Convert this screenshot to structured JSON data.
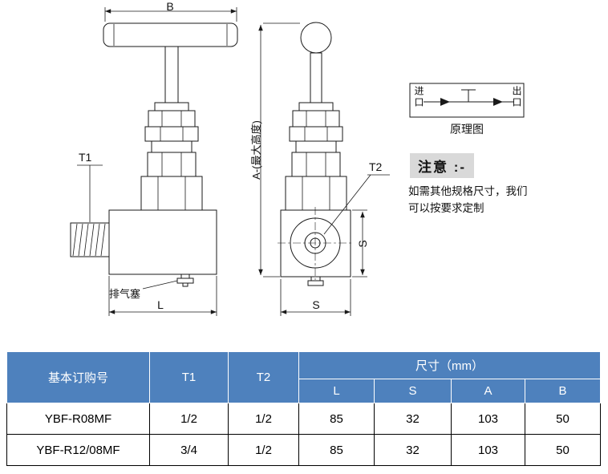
{
  "drawing": {
    "labels": {
      "dim_b": "B",
      "dim_t1": "T1",
      "dim_t2": "T2",
      "dim_a": "A-(最大高度)",
      "dim_l": "L",
      "dim_s_right": "S",
      "dim_s_bottom": "S",
      "exhaust_plug": "排气塞"
    },
    "schematic": {
      "inlet": "进口",
      "outlet": "出口",
      "caption": "原理图"
    },
    "note": {
      "title": "注意 :-",
      "body": "如需其他规格尺寸，我们可以按要求定制"
    }
  },
  "table": {
    "headers": {
      "order_no": "基本订购号",
      "t1": "T1",
      "t2": "T2",
      "size_group": "尺寸（mm）",
      "l": "L",
      "s": "S",
      "a": "A",
      "b": "B"
    },
    "rows": [
      {
        "order_no": "YBF-R08MF",
        "t1": "1/2",
        "t2": "1/2",
        "l": "85",
        "s": "32",
        "a": "103",
        "b": "50"
      },
      {
        "order_no": "YBF-R12/08MF",
        "t1": "3/4",
        "t2": "1/2",
        "l": "85",
        "s": "32",
        "a": "103",
        "b": "50"
      }
    ]
  },
  "colors": {
    "table_header_bg": "#4E81BD",
    "note_bg": "#D9D9D9",
    "line_color": "#1a1a1a"
  }
}
